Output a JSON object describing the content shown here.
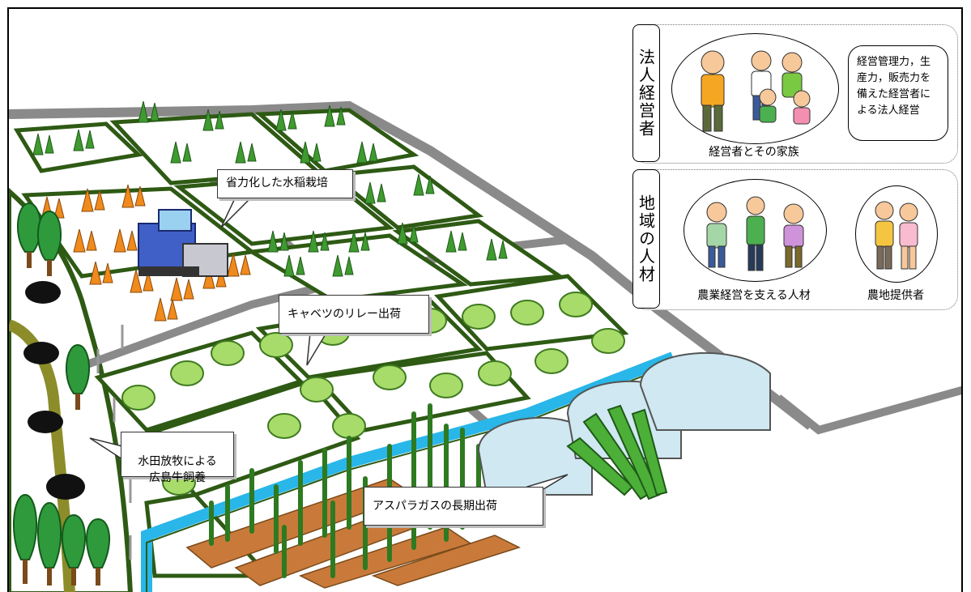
{
  "callouts": {
    "rice": "省力化した水稲栽培",
    "cabbage": "キャベツのリレー出荷",
    "cattle": "水田放牧による\n広島牛飼養",
    "asparagus": "アスパラガスの長期出荷"
  },
  "panels": {
    "corporate": {
      "label": "法人経営者",
      "family_caption": "経営者とその家族",
      "description": "経営管理力，生産力，販売力を備えた経営者による法人経営"
    },
    "local": {
      "label": "地域の人材",
      "supporters_caption": "農業経営を支える人材",
      "landowners_caption": "農地提供者"
    }
  },
  "colors": {
    "field_border": "#2e5a14",
    "road": "#8a8a8a",
    "water": "#29b6e8",
    "crop_green": "#3f9a2f",
    "ripe_rice": "#f08a1c",
    "cabbage": "#a8dc6a",
    "asparagus": "#4caf38",
    "greenhouse": "#cfe8f2",
    "tree": "#2e9a3c",
    "cattle": "#111111"
  },
  "icons": [
    "combine-harvester-icon",
    "cattle-icon",
    "tree-icon",
    "greenhouse-icon",
    "person-icon"
  ]
}
